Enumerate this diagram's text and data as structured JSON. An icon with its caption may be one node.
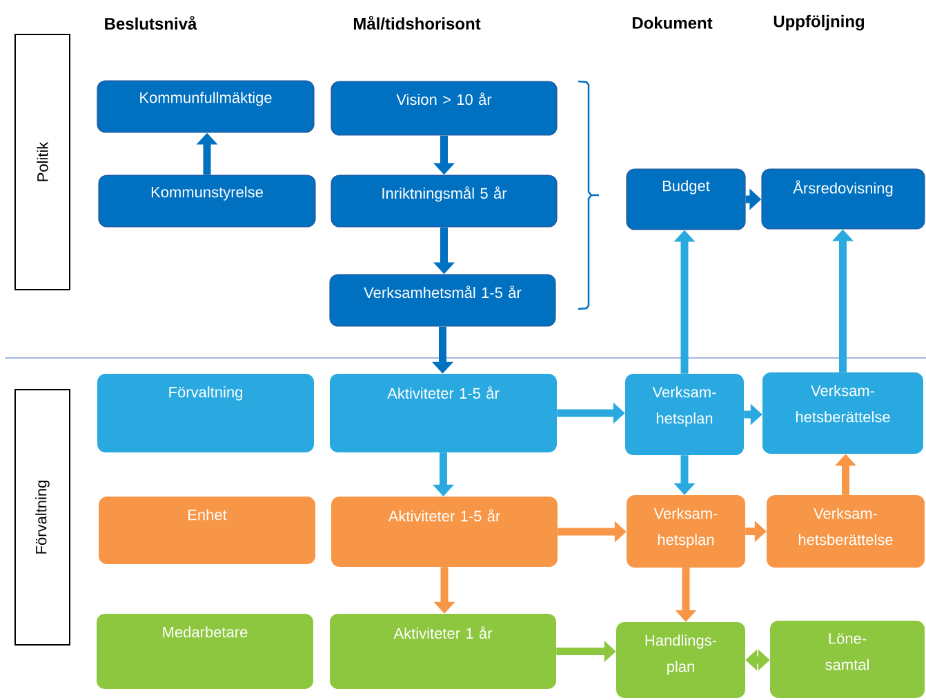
{
  "diagram": {
    "nodes": [
      {
        "text": [
          "Politik"
        ]
      },
      {
        "text": [
          "Förvaltning"
        ]
      },
      {
        "text": [
          "Kommunfullmäktige"
        ]
      },
      {
        "text": [
          "Kommunstyrelse"
        ]
      },
      {
        "text": [
          "Vision > 10 år"
        ]
      },
      {
        "text": [
          "Inriktningsmål 5 år"
        ]
      },
      {
        "text": [
          "Verksamhetsmål 1-5 år"
        ]
      },
      {
        "text": [
          "Budget"
        ]
      },
      {
        "text": [
          "Årsredovisning"
        ]
      },
      {
        "text": [
          "Förvaltning"
        ]
      },
      {
        "text": [
          "Aktiviteter 1-5 år"
        ]
      },
      {
        "text": [
          "Verksam- hetsplan"
        ]
      },
      {
        "text": [
          "Verksam- hetsberättelse"
        ]
      },
      {
        "text": [
          "Enhet"
        ]
      },
      {
        "text": [
          "Aktiviteter 1-5 år"
        ]
      },
      {
        "text": [
          "Verksam- hetsplan"
        ]
      },
      {
        "text": [
          "Verksam- hetsberättelse"
        ]
      },
      {
        "text": [
          "Medarbetare"
        ]
      },
      {
        "text": [
          "Aktiviteter 1 år"
        ]
      },
      {
        "text": [
          "Handlings- plan"
        ]
      },
      {
        "text": [
          "Löne- samtal"
        ]
      }
    ],
    "edges": [
      {
        "from": 3,
        "to": 2,
        "arrow": "to",
        "color": "#0070c0"
      },
      {
        "from": 4,
        "to": 5,
        "arrow": "to",
        "color": "#0070c0"
      },
      {
        "from": 5,
        "to": 6,
        "arrow": "to",
        "color": "#0070c0"
      },
      {
        "from": 6,
        "to": 10,
        "arrow": "to",
        "color": "#0070c0"
      },
      {
        "from": 7,
        "to": 8,
        "arrow": "to",
        "color": "#0070c0"
      },
      {
        "from": 11,
        "to": 7,
        "arrow": "to"
      },
      {
        "from": 12,
        "to": 8,
        "arrow": "to"
      },
      {
        "from": 10,
        "to": 11,
        "arrow": "to"
      },
      {
        "from": 11,
        "to": 12,
        "arrow": "to"
      },
      {
        "from": 10,
        "to": 14,
        "arrow": "to"
      },
      {
        "from": 11,
        "to": 15,
        "arrow": "to"
      },
      {
        "from": 14,
        "to": 15,
        "arrow": "to",
        "color": "#f79646"
      },
      {
        "from": 15,
        "to": 16,
        "arrow": "to",
        "color": "#f79646"
      },
      {
        "from": 16,
        "to": 12,
        "arrow": "to",
        "color": "#f79646"
      },
      {
        "from": 14,
        "to": 18,
        "arrow": "to",
        "color": "#f79646"
      },
      {
        "from": 15,
        "to": 19,
        "arrow": "to",
        "color": "#f79646"
      },
      {
        "from": 18,
        "to": 19,
        "arrow": "to",
        "color": "#8dc63f"
      },
      {
        "from": 19,
        "to": 20,
        "arrow": "both",
        "color": "#8dc63f"
      }
    ],
    "labels": [
      "Beslutsnivå",
      "Mål/tidshorisont",
      "Dokument",
      "Uppföljning"
    ]
  }
}
